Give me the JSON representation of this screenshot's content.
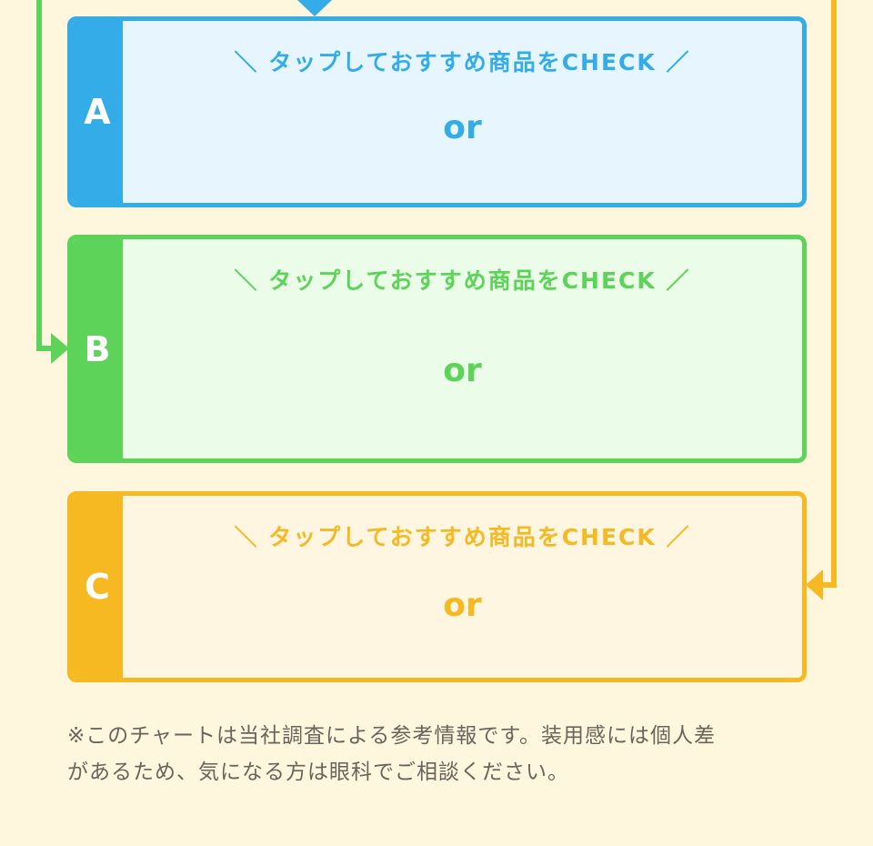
{
  "colors": {
    "background": "#fff6de",
    "option_a": "#33ace8",
    "option_b": "#5dd35a",
    "option_c": "#f7b922",
    "footnote_text": "#6a645c"
  },
  "results": [
    {
      "key": "A",
      "tap_text": "＼ タップしておすすめ商品をCHECK ／",
      "or_text": "or"
    },
    {
      "key": "B",
      "tap_text": "＼ タップしておすすめ商品をCHECK ／",
      "or_text": "or"
    },
    {
      "key": "C",
      "tap_text": "＼ タップしておすすめ商品をCHECK ／",
      "or_text": "or"
    }
  ],
  "footnote": "※このチャートは当社調査による参考情報です。装用感には個人差\nがあるため、気になる方は眼科でご相談ください。"
}
